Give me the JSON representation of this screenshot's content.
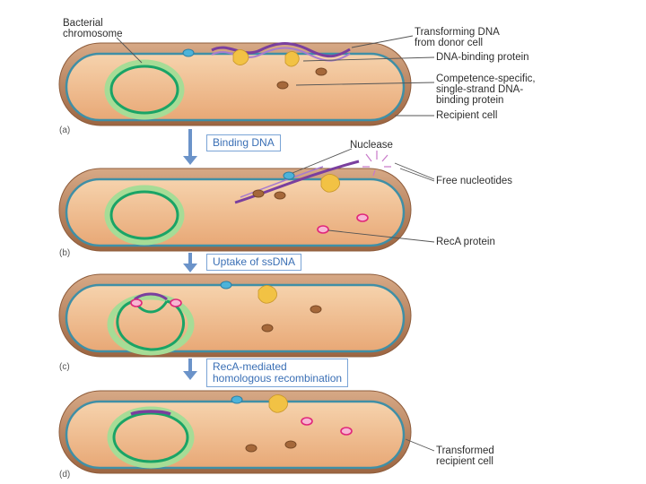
{
  "labels": {
    "bacterial_chromosome": "Bacterial\nchromosome",
    "transforming_dna": "Transforming DNA\nfrom donor cell",
    "dna_binding_protein": "DNA-binding protein",
    "competence_protein": "Competence-specific,\nsingle-strand DNA-\nbinding protein",
    "recipient_cell": "Recipient cell",
    "nuclease": "Nuclease",
    "free_nucleotides": "Free nucleotides",
    "reca_protein": "RecA protein",
    "transformed_cell": "Transformed\nrecipient cell"
  },
  "panels": [
    "(a)",
    "(b)",
    "(c)",
    "(d)"
  ],
  "steps": [
    "Binding DNA",
    "Uptake of ssDNA",
    "RecA-mediated\nhomologous recombination"
  ],
  "colors": {
    "cell_outer": "#b9825a",
    "cell_inner": "#f3c79b",
    "membrane": "#3f8fa6",
    "chromosome": "#1aa466",
    "chromosome_halo": "#a6dc96",
    "donor_dna": "#7a3f9e",
    "protein_yellow": "#f2c244",
    "protein_brown": "#a5683a",
    "reca": "#e0257a",
    "nuclease": "#4db3d9",
    "arrow": "#6b93c9",
    "step_text": "#3a6fb5"
  }
}
